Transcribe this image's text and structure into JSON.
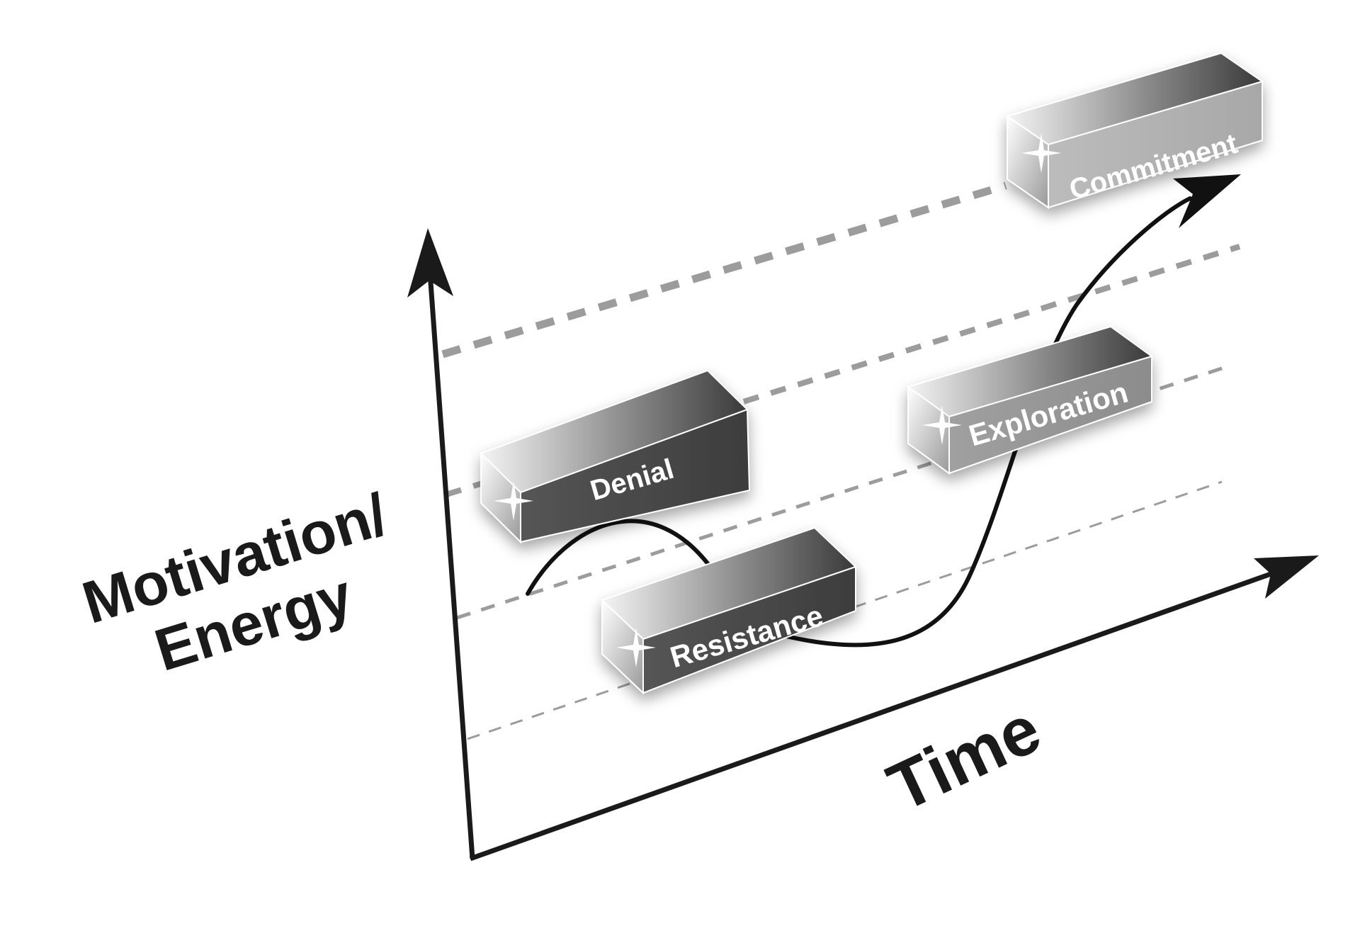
{
  "axes": {
    "y_label_line1": "Motivation/",
    "y_label_line2": "Energy",
    "x_label": "Time"
  },
  "stages": [
    {
      "label": "Denial",
      "shade": "dark"
    },
    {
      "label": "Resistance",
      "shade": "dark"
    },
    {
      "label": "Exploration",
      "shade": "light"
    },
    {
      "label": "Commitment",
      "shade": "lighter"
    }
  ],
  "colors": {
    "axis": "#1a1a1a",
    "dash": "#999999",
    "block_dark": "#4a4a4a",
    "block_light": "#9a9a9a",
    "block_lighter": "#b5b5b5",
    "label": "#ffffff"
  }
}
